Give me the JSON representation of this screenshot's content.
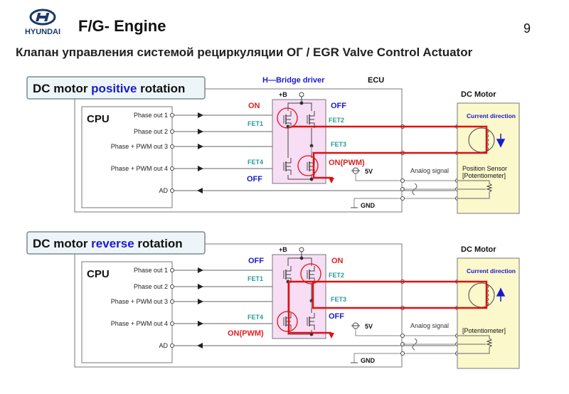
{
  "header": {
    "brand": "HYUNDAI",
    "title": "F/G- Engine",
    "page_number": "9"
  },
  "slide_title": "Клапан управления системой рециркуляции ОГ / EGR Valve Control Actuator",
  "colors": {
    "on": "#e02020",
    "off": "#1a1acc",
    "fet": "#2a9a9a",
    "current_path": "#e01010",
    "hbridge_fill": "#f7def5",
    "motor_fill": "#fbf8cc",
    "accent_blue": "#1a1acc"
  },
  "panels": [
    {
      "title_prefix": "DC motor ",
      "title_highlight": "positive",
      "title_suffix": " rotation",
      "hbridge_label": "H—Bridge driver",
      "ecu_label": "ECU",
      "cpu_label": "CPU",
      "pins": [
        "Phase out 1",
        "Phase out 2",
        "Phase + PWM out 3",
        "Phase + PWM out 4",
        "AD"
      ],
      "supply_label": "+B",
      "fet1_state": "ON",
      "fet2_state": "OFF",
      "fet3_state": "ON(PWM)",
      "fet4_state": "OFF",
      "fet_labels": [
        "FET1",
        "FET2",
        "FET3",
        "FET4"
      ],
      "v5_label": "5V",
      "gnd_label": "GND",
      "analog_label": "Analog signal",
      "motor_label": "DC Motor",
      "current_label": "Current direction",
      "current_direction": "down",
      "sensor_label": "Position Sensor",
      "pot_label": "[Potentiometer]"
    },
    {
      "title_prefix": "DC motor ",
      "title_highlight": "reverse",
      "title_suffix": " rotation",
      "cpu_label": "CPU",
      "pins": [
        "Phase out 1",
        "Phase out 2",
        "Phase + PWM out 3",
        "Phase + PWM out 4",
        "AD"
      ],
      "supply_label": "+B",
      "fet1_state": "OFF",
      "fet2_state": "ON",
      "fet3_state": "OFF",
      "fet4_state": "ON(PWM)",
      "fet_labels": [
        "FET1",
        "FET2",
        "FET3",
        "FET4"
      ],
      "v5_label": "5V",
      "gnd_label": "GND",
      "analog_label": "Analog signal",
      "motor_label": "DC Motor",
      "current_label": "Current direction",
      "current_direction": "up",
      "pot_label": "[Potentiometer]"
    }
  ]
}
